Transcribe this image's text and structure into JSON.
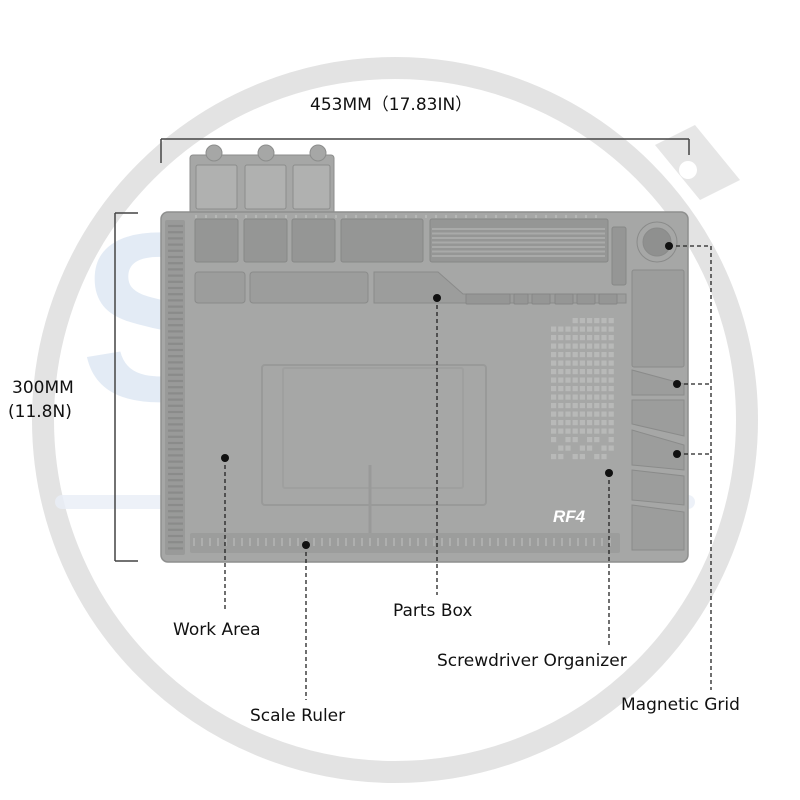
{
  "dimensions": {
    "width_label": "453MM（17.83IN）",
    "height_label_line1": "300MM",
    "height_label_line2": "(11.8N)"
  },
  "mat": {
    "brand_mark": "RF4"
  },
  "callouts": {
    "work_area": "Work Area",
    "scale_ruler": "Scale Ruler",
    "parts_box": "Parts Box",
    "screwdriver_organizer": "Screwdriver Organizer",
    "magnetic_grid": "Magnetic Grid"
  },
  "colors": {
    "mat_fill": "#a6a7a6",
    "mat_dark": "#8e8f8e",
    "watermark_gray": "#e4e4e4",
    "watermark_blue": "#dbe6f3"
  }
}
